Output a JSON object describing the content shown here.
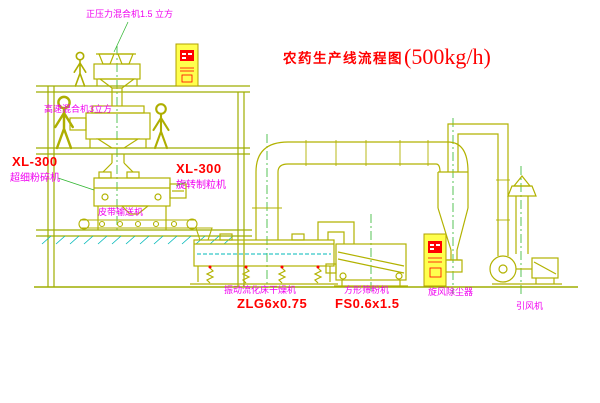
{
  "title": {
    "text": "农药生产线流程图",
    "capacity": "(500kg/h)"
  },
  "equipment_labels": {
    "pressure_mixer": "正压力混合机1.5 立方",
    "high_speed_mixer": "高速混合机3立方",
    "mill_model": "XL-300",
    "mill_name": "超细粉碎机",
    "granulator_model": "XL-300",
    "granulator_name": "旋转制粒机",
    "belt_conveyor": "皮带输送机",
    "dryer_name": "振动流化床干燥机",
    "dryer_model": "ZLG6x0.75",
    "sieve_name": "方形筛粉机",
    "sieve_model": "FS0.6x1.5",
    "cyclone": "旋风除尘器",
    "fan": "引风机"
  },
  "colors": {
    "line_olive": "#b2b200",
    "line_green": "#3aa33a",
    "centerline_green": "#2db52d",
    "hatch_cyan": "#00b8b8",
    "cabinet_yellow": "#ffff4d",
    "label_red": "#ff0000",
    "label_magenta": "#f000f0",
    "background": "#ffffff"
  }
}
